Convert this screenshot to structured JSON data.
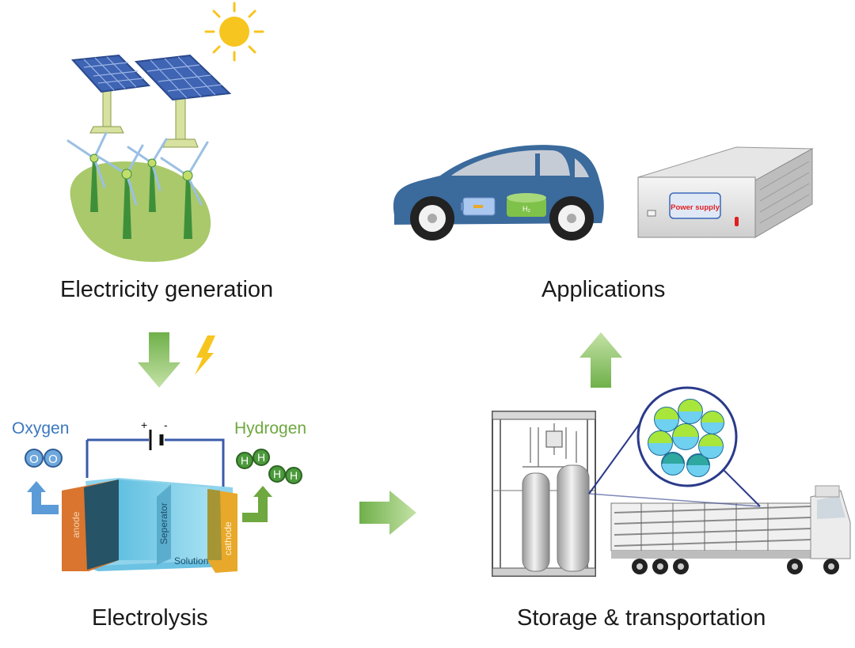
{
  "captions": {
    "electricity_generation": "Electricity generation",
    "applications": "Applications",
    "electrolysis": "Electrolysis",
    "storage": "Storage & transportation"
  },
  "electrolysis_labels": {
    "oxygen": "Oxygen",
    "hydrogen": "Hydrogen",
    "anode": "anode",
    "cathode": "cathode",
    "separator": "Seperator",
    "solution": "Solution",
    "o_atom": "O",
    "h_atom": "H",
    "plus": "+",
    "minus": "-"
  },
  "applications_labels": {
    "tank": "H₂",
    "power_supply": "Power supply"
  },
  "colors": {
    "arrow_green": "#7dbd57",
    "oxygen_blue": "#3a78c0",
    "hydrogen_green": "#6ea83e",
    "car_blue": "#3b6a9c",
    "anode_orange": "#d9752e",
    "cathode_yellow": "#e8a82a",
    "solution_cyan": "#7fd0ec",
    "grass": "#a9c96b",
    "panel_blue": "#3f64b4",
    "sun": "#f7c51f"
  },
  "icons": [
    "sun-icon",
    "solar-panel-icon",
    "wind-turbine-icon",
    "lightning-icon",
    "battery-icon",
    "car-icon",
    "power-supply-icon",
    "storage-tank-icon",
    "truck-icon",
    "nanoparticle-cluster-icon"
  ]
}
